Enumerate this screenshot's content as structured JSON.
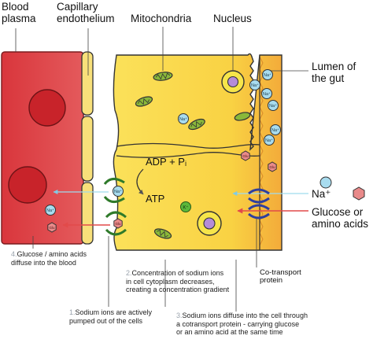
{
  "labels": {
    "blood_plasma": "Blood\nplasma",
    "capillary_endothelium": "Capillary\nendothelium",
    "mitochondria": "Mitochondria",
    "nucleus": "Nucleus",
    "lumen": "Lumen of\nthe gut",
    "na_plus": "Na⁺",
    "glucose_or_amino": "Glucose or\namino acids",
    "cotransport": "Co-transport\nprotein"
  },
  "cell_equation": {
    "adp_pi": "ADP + Pᵢ",
    "atp": "ATP"
  },
  "molecule_labels": {
    "sodium": "Na⁺",
    "glucose": "Glu",
    "potassium": "K⁺"
  },
  "steps": [
    {
      "num": "1.",
      "text": "Sodium ions are actively\npumped out of the cells"
    },
    {
      "num": "2.",
      "text": "Concentration of sodium ions\nin cell cytoplasm decreases,\ncreating a concentration gradient"
    },
    {
      "num": "3.",
      "text": "Sodium ions diffuse into the cell through\na cotransport protein - carrying glucose\nor an amino acid at the same time"
    },
    {
      "num": "4.",
      "text": "Glucose / amino acids\ndiffuse into the blood"
    }
  ],
  "colors": {
    "blood": "#d83a3e",
    "blood_cell": "#cc2229",
    "endothelium": "#f8e07a",
    "cell": "#f9d64a",
    "cell_edge": "#f2a93a",
    "sodium": "#a8dcef",
    "glucose": "#e98a8a",
    "nucleus": "#f6e54a",
    "mitochondria": "#8ab83a",
    "blue_arrow": "#9fdcee",
    "red_arrow": "#e24a4a",
    "protein": "#2f3f9e"
  }
}
